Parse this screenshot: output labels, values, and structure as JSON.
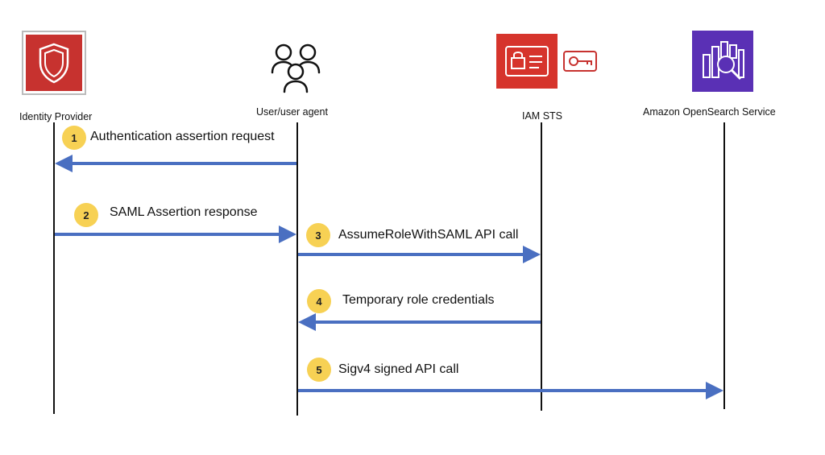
{
  "actors": [
    {
      "label": "Identity Provider",
      "icon": "shield-icon",
      "color": "#c7322f"
    },
    {
      "label": "User/user agent",
      "icon": "users-icon",
      "color": "#111111"
    },
    {
      "label": "IAM STS",
      "icon": "id-card-key-icon",
      "color": "#d6342c"
    },
    {
      "label": "Amazon OpenSearch Service",
      "icon": "opensearch-icon",
      "color": "#5a30b5"
    }
  ],
  "messages": [
    {
      "step": "1",
      "label": "Authentication assertion request",
      "from": "User/user agent",
      "to": "Identity Provider"
    },
    {
      "step": "2",
      "label": "SAML Assertion response",
      "from": "Identity Provider",
      "to": "User/user agent"
    },
    {
      "step": "3",
      "label": "AssumeRoleWithSAML API call",
      "from": "User/user agent",
      "to": "IAM STS"
    },
    {
      "step": "4",
      "label": "Temporary role credentials",
      "from": "IAM STS",
      "to": "User/user agent"
    },
    {
      "step": "5",
      "label": "Sigv4 signed API call",
      "from": "User/user agent",
      "to": "Amazon OpenSearch Service"
    }
  ],
  "colors": {
    "arrow": "#4a6fc1",
    "badge": "#f7d154"
  }
}
